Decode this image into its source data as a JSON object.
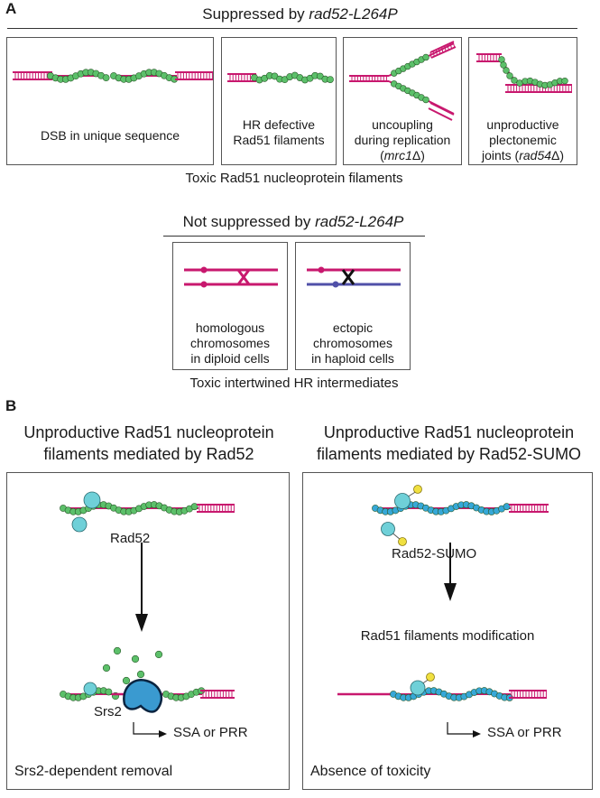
{
  "panel_a": {
    "letter": "A",
    "suppressed": {
      "prefix": "Suppressed by ",
      "gene": "rad52-L264P",
      "boxes": [
        {
          "lines": [
            "DSB in unique sequence"
          ]
        },
        {
          "lines": [
            "HR defective",
            "Rad51 filaments"
          ]
        },
        {
          "lines": [
            "uncoupling",
            "during replication",
            "(mrc1Δ)"
          ]
        },
        {
          "lines": [
            "unproductive",
            "plectonemic",
            "joints (rad54Δ)"
          ]
        }
      ],
      "caption": "Toxic Rad51 nucleoprotein filaments"
    },
    "not_suppressed": {
      "prefix": "Not suppressed by ",
      "gene": "rad52-L264P",
      "boxes": [
        {
          "lines": [
            "homologous",
            "chromosomes",
            "in diploid cells"
          ]
        },
        {
          "lines": [
            "ectopic",
            "chromosomes",
            "in haploid cells"
          ]
        }
      ],
      "caption": "Toxic intertwined HR intermediates"
    }
  },
  "panel_b": {
    "letter": "B",
    "left": {
      "heading_line1": "Unproductive Rad51 nucleoprotein",
      "heading_line2": "filaments mediated by Rad52",
      "protein_label": "Rad52",
      "helicase_label": "Srs2",
      "outcome": "SSA or PRR",
      "footer": "Srs2-dependent removal"
    },
    "right": {
      "heading_line1": "Unproductive Rad51 nucleoprotein",
      "heading_line2": "filaments mediated by Rad52-SUMO",
      "protein_label": "Rad52-SUMO",
      "step": "Rad51 filaments modification",
      "outcome": "SSA or PRR",
      "footer": "Absence of toxicity"
    }
  },
  "colors": {
    "dna": "#c8186e",
    "rad51": "#5cc06a",
    "rad51_sumo_filament": "#36a8d8",
    "rad52": "#6fd0d8",
    "sumo": "#f0e040",
    "ectopic_chromosome": "#5050a8"
  }
}
